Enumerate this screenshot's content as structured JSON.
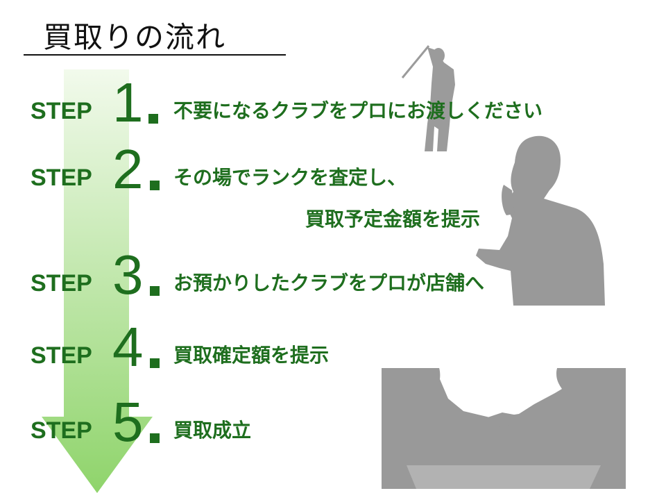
{
  "header": {
    "title": "買取りの流れ"
  },
  "steps": [
    {
      "label": "STEP",
      "number": "1",
      "text": "不要になるクラブをプロにお渡しください"
    },
    {
      "label": "STEP",
      "number": "2",
      "text": "その場でランクを査定し、",
      "text2": "買取予定金額を提示"
    },
    {
      "label": "STEP",
      "number": "3",
      "text": "お預かりしたクラブをプロが店舗へ"
    },
    {
      "label": "STEP",
      "number": "4",
      "text": "買取確定額を提示"
    },
    {
      "label": "STEP",
      "number": "5",
      "text": "買取成立"
    }
  ],
  "colors": {
    "step_text": "#1e6e1e",
    "arrow_top": "#eef8e6",
    "arrow_bottom": "#8fd46b",
    "silhouette": "#999999"
  },
  "images": [
    "golfer-silhouette",
    "phone-man-silhouette",
    "handshake-silhouette"
  ]
}
